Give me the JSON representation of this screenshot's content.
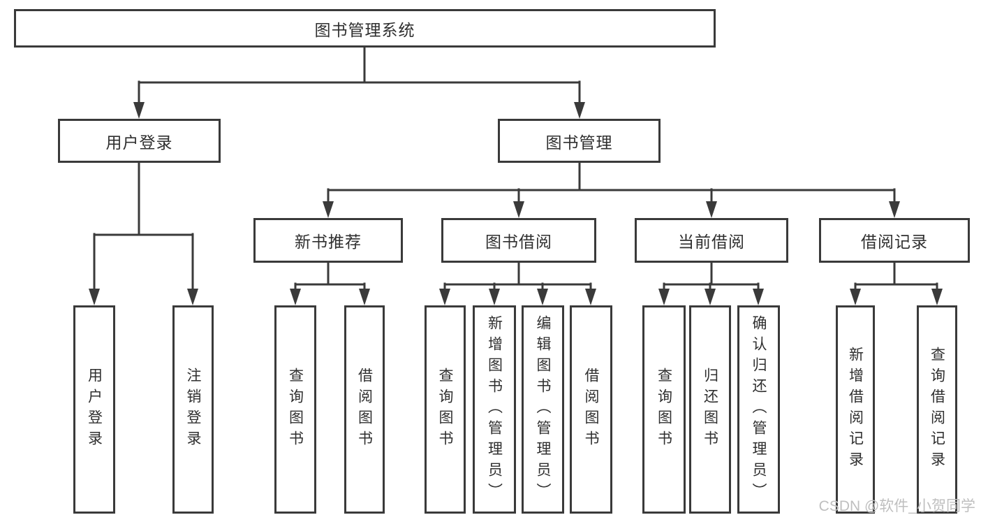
{
  "diagram": {
    "title": "图书管理系统",
    "branches": [
      {
        "label": "用户登录",
        "children": [
          {
            "label": "用户登录"
          },
          {
            "label": "注销登录"
          }
        ]
      },
      {
        "label": "图书管理",
        "children": [
          {
            "label": "新书推荐",
            "children": [
              {
                "label": "查询图书"
              },
              {
                "label": "借阅图书"
              }
            ]
          },
          {
            "label": "图书借阅",
            "children": [
              {
                "label": "查询图书"
              },
              {
                "label": "新增图书（管理员）"
              },
              {
                "label": "编辑图书（管理员）"
              },
              {
                "label": "借阅图书"
              }
            ]
          },
          {
            "label": "当前借阅",
            "children": [
              {
                "label": "查询图书"
              },
              {
                "label": "归还图书"
              },
              {
                "label": "确认归还（管理员）"
              }
            ]
          },
          {
            "label": "借阅记录",
            "children": [
              {
                "label": "新增借阅记录"
              },
              {
                "label": "查询借阅记录"
              }
            ]
          }
        ]
      }
    ]
  },
  "watermark": "CSDN @软件_小贺同学",
  "colors": {
    "line": "#3a3a3a",
    "text": "#2f2f2f",
    "watermark": "#bfbfbf",
    "background": "#ffffff"
  }
}
